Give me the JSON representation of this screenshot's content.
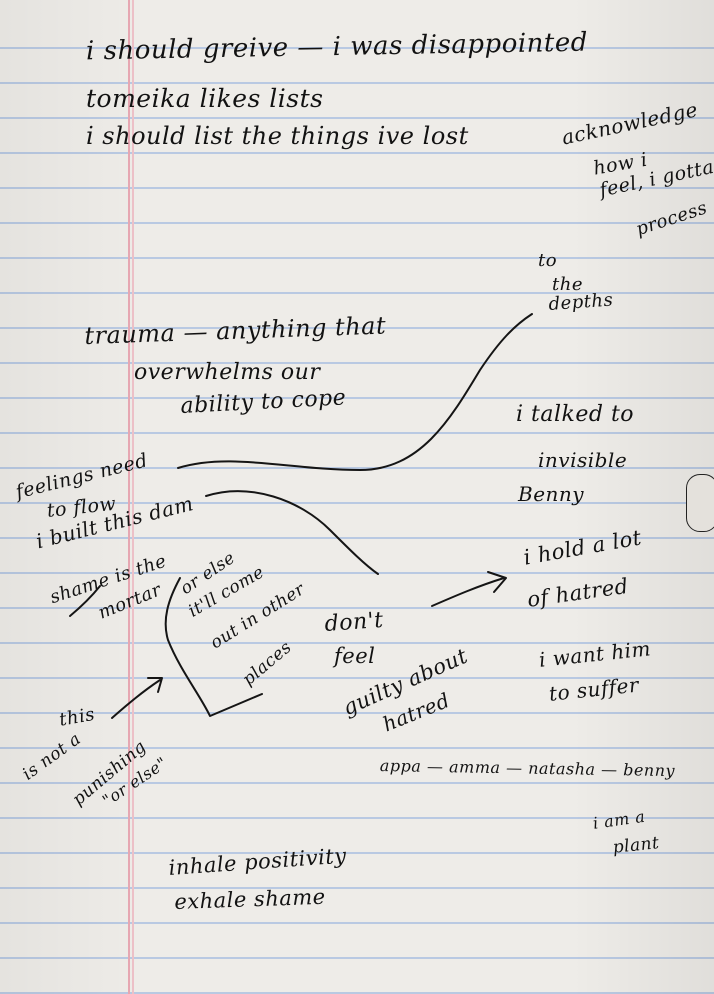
{
  "notes": [
    "i should greive — i was disappointed",
    "tomeika likes lists",
    "i should list the things ive lost",
    "acknowledge",
    "how i",
    "feel, i gotta",
    "process",
    "to",
    "the",
    "depths",
    "trauma — anything that",
    "overwhelms our",
    "ability to cope",
    "feelings need",
    "to flow",
    "i built this dam",
    "shame is the",
    "mortar",
    "or else",
    "it'll come",
    "out in other",
    "places",
    "don't",
    "feel",
    "guilty about",
    "hatred",
    "i talked to",
    "invisible",
    "Benny",
    "i hold a lot",
    "of hatred",
    "i want him",
    "to suffer",
    "this",
    "is not a",
    "punishing",
    "\"or else\"",
    "appa — amma — natasha — benny",
    "i am a",
    "plant",
    "inhale positivity",
    "exhale shame"
  ]
}
